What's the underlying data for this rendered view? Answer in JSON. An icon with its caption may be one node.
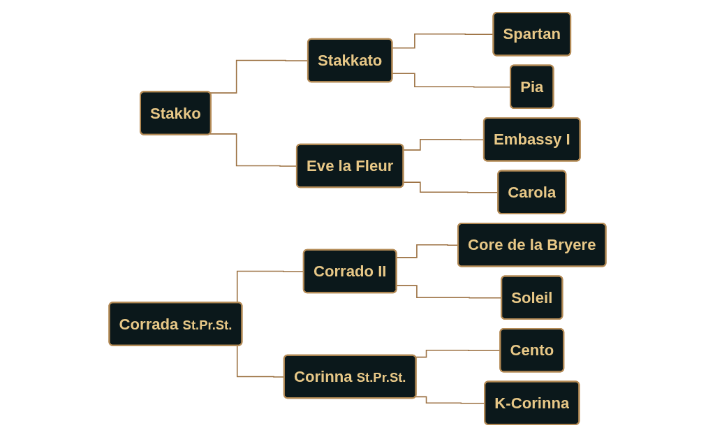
{
  "diagram": {
    "nodes": [
      {
        "text": [
          "Stakko"
        ]
      },
      {
        "text": [
          "Stakkato"
        ]
      },
      {
        "text": [
          "Spartan"
        ]
      },
      {
        "text": [
          "Pia"
        ]
      },
      {
        "text": [
          "Eve la Fleur"
        ]
      },
      {
        "text": [
          "Embassy I"
        ]
      },
      {
        "text": [
          "Carola"
        ]
      },
      {
        "text": [
          "Corrada",
          "St.Pr.St."
        ]
      },
      {
        "text": [
          "Corrado II"
        ]
      },
      {
        "text": [
          "Core de la Bryere"
        ]
      },
      {
        "text": [
          "Soleil"
        ]
      },
      {
        "text": [
          "Corinna",
          "St.Pr.St."
        ]
      },
      {
        "text": [
          "Cento"
        ]
      },
      {
        "text": [
          "K-Corinna"
        ]
      }
    ],
    "edges": [
      {
        "from": 0,
        "to": 1,
        "arrow": "none"
      },
      {
        "from": 0,
        "to": 4,
        "arrow": "none"
      },
      {
        "from": 1,
        "to": 2,
        "arrow": "none"
      },
      {
        "from": 1,
        "to": 3,
        "arrow": "none"
      },
      {
        "from": 4,
        "to": 5,
        "arrow": "none"
      },
      {
        "from": 4,
        "to": 6,
        "arrow": "none"
      },
      {
        "from": 7,
        "to": 8,
        "arrow": "none"
      },
      {
        "from": 7,
        "to": 11,
        "arrow": "none"
      },
      {
        "from": 8,
        "to": 9,
        "arrow": "none"
      },
      {
        "from": 8,
        "to": 10,
        "arrow": "none"
      },
      {
        "from": 11,
        "to": 12,
        "arrow": "none"
      },
      {
        "from": 11,
        "to": 13,
        "arrow": "none"
      }
    ]
  }
}
